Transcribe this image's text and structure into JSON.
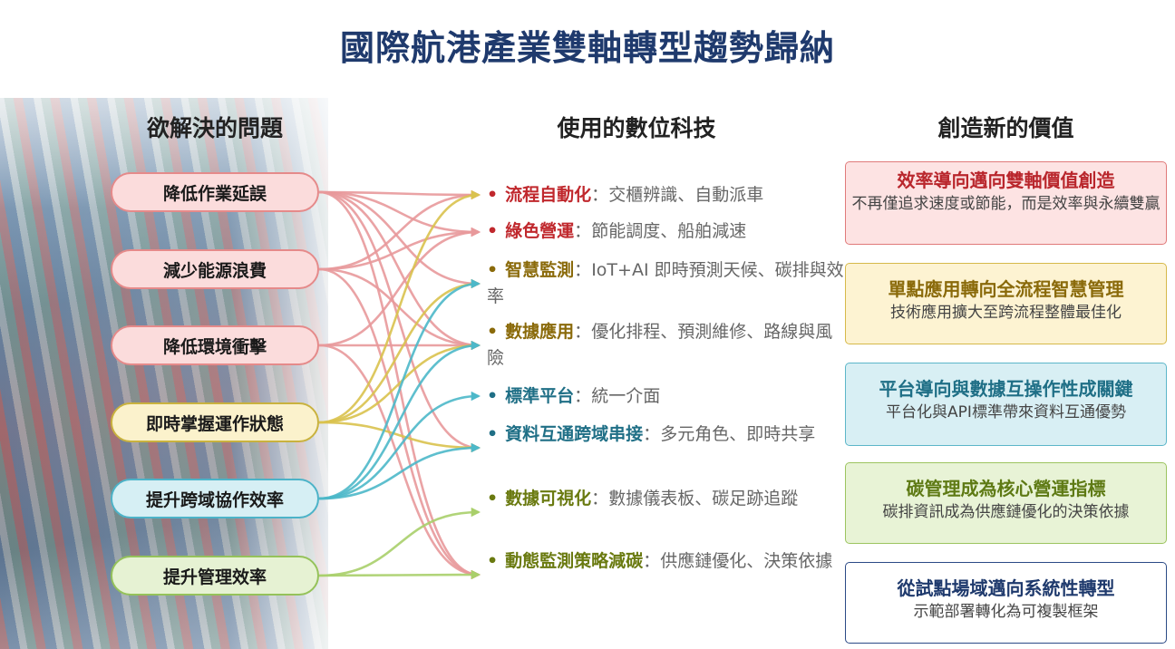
{
  "title": "國際航港產業雙軸轉型趨勢歸納",
  "columns": {
    "problems": "欲解決的問題",
    "technology": "使用的數位科技",
    "value": "創造新的價值"
  },
  "problems": [
    {
      "label": "降低作業延誤",
      "theme": "red"
    },
    {
      "label": "減少能源浪費",
      "theme": "red"
    },
    {
      "label": "降低環境衝擊",
      "theme": "red"
    },
    {
      "label": "即時掌握運作狀態",
      "theme": "gold"
    },
    {
      "label": "提升跨域協作效率",
      "theme": "teal"
    },
    {
      "label": "提升管理效率",
      "theme": "green"
    }
  ],
  "technologies": [
    {
      "name": "流程自動化",
      "sep": "：",
      "desc": "交櫃辨識、自動派車",
      "theme": "red"
    },
    {
      "name": "綠色營運",
      "sep": "：",
      "desc": "節能調度、船舶減速",
      "theme": "red"
    },
    {
      "name": "智慧監測",
      "sep": "：",
      "desc": "IoT+AI 即時預測天候、碳排與效率",
      "theme": "gold"
    },
    {
      "name": "數據應用",
      "sep": "：",
      "desc": "優化排程、預測維修、路線與風險",
      "theme": "gold"
    },
    {
      "name": "標準平台",
      "sep": "：",
      "desc": "統一介面",
      "theme": "teal"
    },
    {
      "name": "資料互通跨域串接",
      "sep": "：",
      "desc": "多元角色、即時共享",
      "theme": "teal"
    },
    {
      "name": "數據可視化",
      "sep": "：",
      "desc": "數據儀表板、碳足跡追蹤",
      "theme": "green"
    },
    {
      "name": "動態監測策略減碳",
      "sep": "：",
      "desc": "供應鏈優化、決策依據",
      "theme": "green"
    }
  ],
  "values": [
    {
      "title": "效率導向邁向雙軸價值創造",
      "desc": "不再僅追求速度或節能，而是效率與永續雙贏"
    },
    {
      "title": "單點應用轉向全流程智慧管理",
      "desc": "技術應用擴大至跨流程整體最佳化"
    },
    {
      "title": "平台導向與數據互操作性成關鍵",
      "desc": "平台化與API標準帶來資料互通優勢"
    },
    {
      "title": "碳管理成為核心營運指標",
      "desc": "碳排資訊成為供應鏈優化的決策依據"
    },
    {
      "title": "從試點場域邁向系統性轉型",
      "desc": "示範部署轉化為可複製框架"
    }
  ],
  "bullet": "•",
  "colors": {
    "red": "#e8999b",
    "gold": "#d9c24e",
    "teal": "#4cb8c9",
    "green": "#a9cf6a",
    "title": "#1f3a6d"
  },
  "links": [
    {
      "from": 0,
      "to": 0,
      "theme": "red"
    },
    {
      "from": 0,
      "to": 1,
      "theme": "red"
    },
    {
      "from": 0,
      "to": 2,
      "theme": "red"
    },
    {
      "from": 0,
      "to": 3,
      "theme": "red"
    },
    {
      "from": 0,
      "to": 5,
      "theme": "red"
    },
    {
      "from": 0,
      "to": 7,
      "theme": "red"
    },
    {
      "from": 1,
      "to": 0,
      "theme": "red"
    },
    {
      "from": 1,
      "to": 1,
      "theme": "red"
    },
    {
      "from": 1,
      "to": 3,
      "theme": "red"
    },
    {
      "from": 1,
      "to": 7,
      "theme": "red"
    },
    {
      "from": 2,
      "to": 1,
      "theme": "red"
    },
    {
      "from": 2,
      "to": 3,
      "theme": "red"
    },
    {
      "from": 2,
      "to": 7,
      "theme": "red"
    },
    {
      "from": 3,
      "to": 0,
      "theme": "gold"
    },
    {
      "from": 3,
      "to": 2,
      "theme": "gold"
    },
    {
      "from": 3,
      "to": 3,
      "theme": "gold"
    },
    {
      "from": 3,
      "to": 5,
      "theme": "gold"
    },
    {
      "from": 4,
      "to": 2,
      "theme": "teal"
    },
    {
      "from": 4,
      "to": 3,
      "theme": "teal"
    },
    {
      "from": 4,
      "to": 4,
      "theme": "teal"
    },
    {
      "from": 4,
      "to": 5,
      "theme": "teal"
    },
    {
      "from": 5,
      "to": 6,
      "theme": "green"
    },
    {
      "from": 5,
      "to": 7,
      "theme": "green"
    }
  ]
}
